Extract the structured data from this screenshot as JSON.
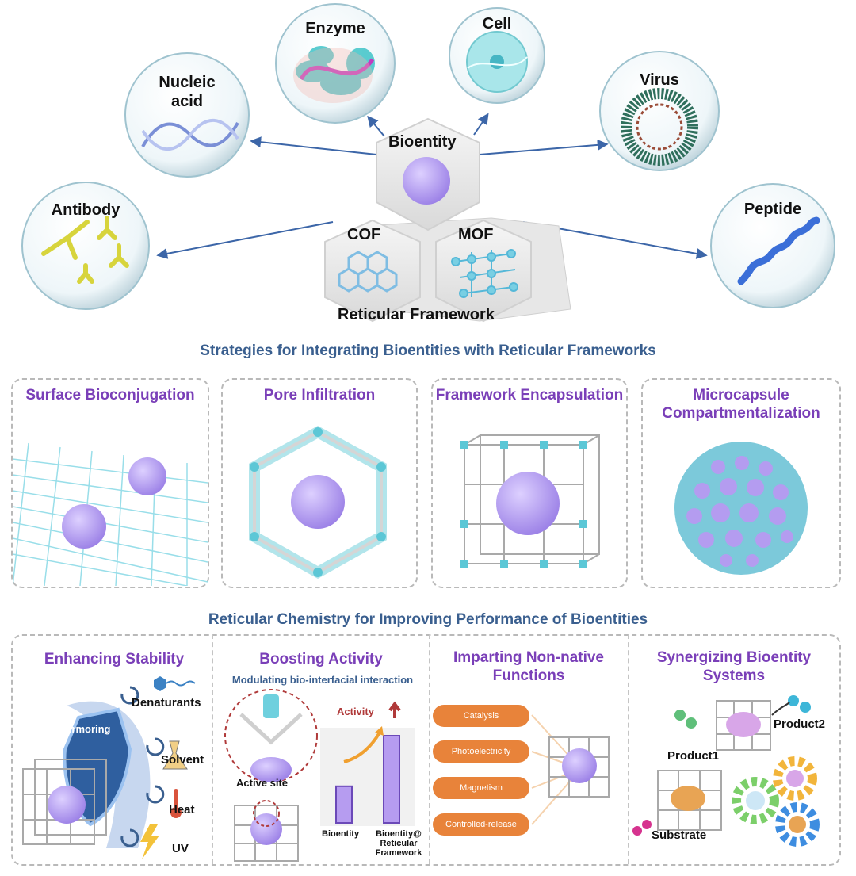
{
  "top": {
    "center_hex": "Bioentity",
    "cof": "COF",
    "mof": "MOF",
    "framework": "Reticular Framework",
    "spheres": {
      "enzyme": "Enzyme",
      "cell": "Cell",
      "nucleic": "Nucleic acid",
      "virus": "Virus",
      "antibody": "Antibody",
      "peptide": "Peptide"
    }
  },
  "strategies": {
    "title": "Strategies for Integrating Bioentities with Reticular Frameworks",
    "panels": [
      {
        "title": "Surface Bioconjugation"
      },
      {
        "title": "Pore Infiltration"
      },
      {
        "title": "Framework Encapsulation"
      },
      {
        "title": "Microcapsule Compartmentalization"
      }
    ]
  },
  "performance": {
    "title": "Reticular Chemistry for Improving Performance of Bioentities",
    "stability": {
      "title": "Enhancing Stability",
      "armoring": "Armoring",
      "denaturants": "Denaturants",
      "solvent": "Solvent",
      "heat": "Heat",
      "uv": "UV"
    },
    "activity": {
      "title": "Boosting Activity",
      "subtitle": "Modulating bio-interfacial interaction",
      "activity_label": "Activity",
      "active_site": "Active site",
      "bar_left": "Bioentity",
      "bar_right": "Bioentity@ Reticular Framework",
      "bar_values": [
        0.42,
        1.0
      ]
    },
    "functions": {
      "title": "Imparting Non-native Functions",
      "items": [
        "Catalysis",
        "Photoelectricity",
        "Magnetism",
        "Controlled-release"
      ]
    },
    "synergy": {
      "title": "Synergizing Bioentity Systems",
      "product1": "Product1",
      "product2": "Product2",
      "substrate": "Substrate"
    }
  },
  "colors": {
    "accent_purple": "#7a3fb8",
    "title_blue": "#3a5f8f",
    "pill_orange": "#e8833a",
    "framework_teal": "#5cc7d6",
    "bioentity_lavender": "#b49cf0"
  }
}
